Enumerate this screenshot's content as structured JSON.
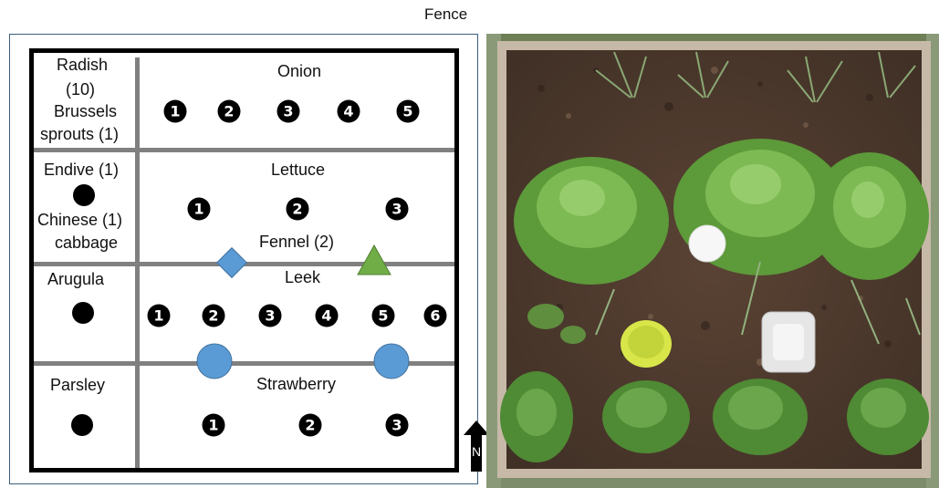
{
  "header": {
    "fence": "Fence"
  },
  "left_column": {
    "radish": "Radish",
    "radish_count": "(10)",
    "brussels": "Brussels",
    "brussels_2": "sprouts (1)",
    "endive": "Endive (1)",
    "chinese": "Chinese (1)",
    "cabbage": "cabbage",
    "arugula": "Arugula",
    "parsley": "Parsley"
  },
  "rows": {
    "onion": {
      "label": "Onion",
      "numbers": [
        "1",
        "2",
        "3",
        "4",
        "5"
      ]
    },
    "lettuce": {
      "label": "Lettuce",
      "numbers": [
        "1",
        "2",
        "3"
      ]
    },
    "fennel": {
      "label": "Fennel (2)"
    },
    "leek": {
      "label": "Leek",
      "numbers": [
        "1",
        "2",
        "3",
        "4",
        "5",
        "6"
      ]
    },
    "strawberry": {
      "label": "Strawberry",
      "numbers": [
        "1",
        "2",
        "3"
      ]
    }
  },
  "compass": {
    "label": "N"
  },
  "colors": {
    "marker_blue": "#5b9bd5",
    "marker_green": "#70ad47",
    "grid_gray": "#808080"
  }
}
